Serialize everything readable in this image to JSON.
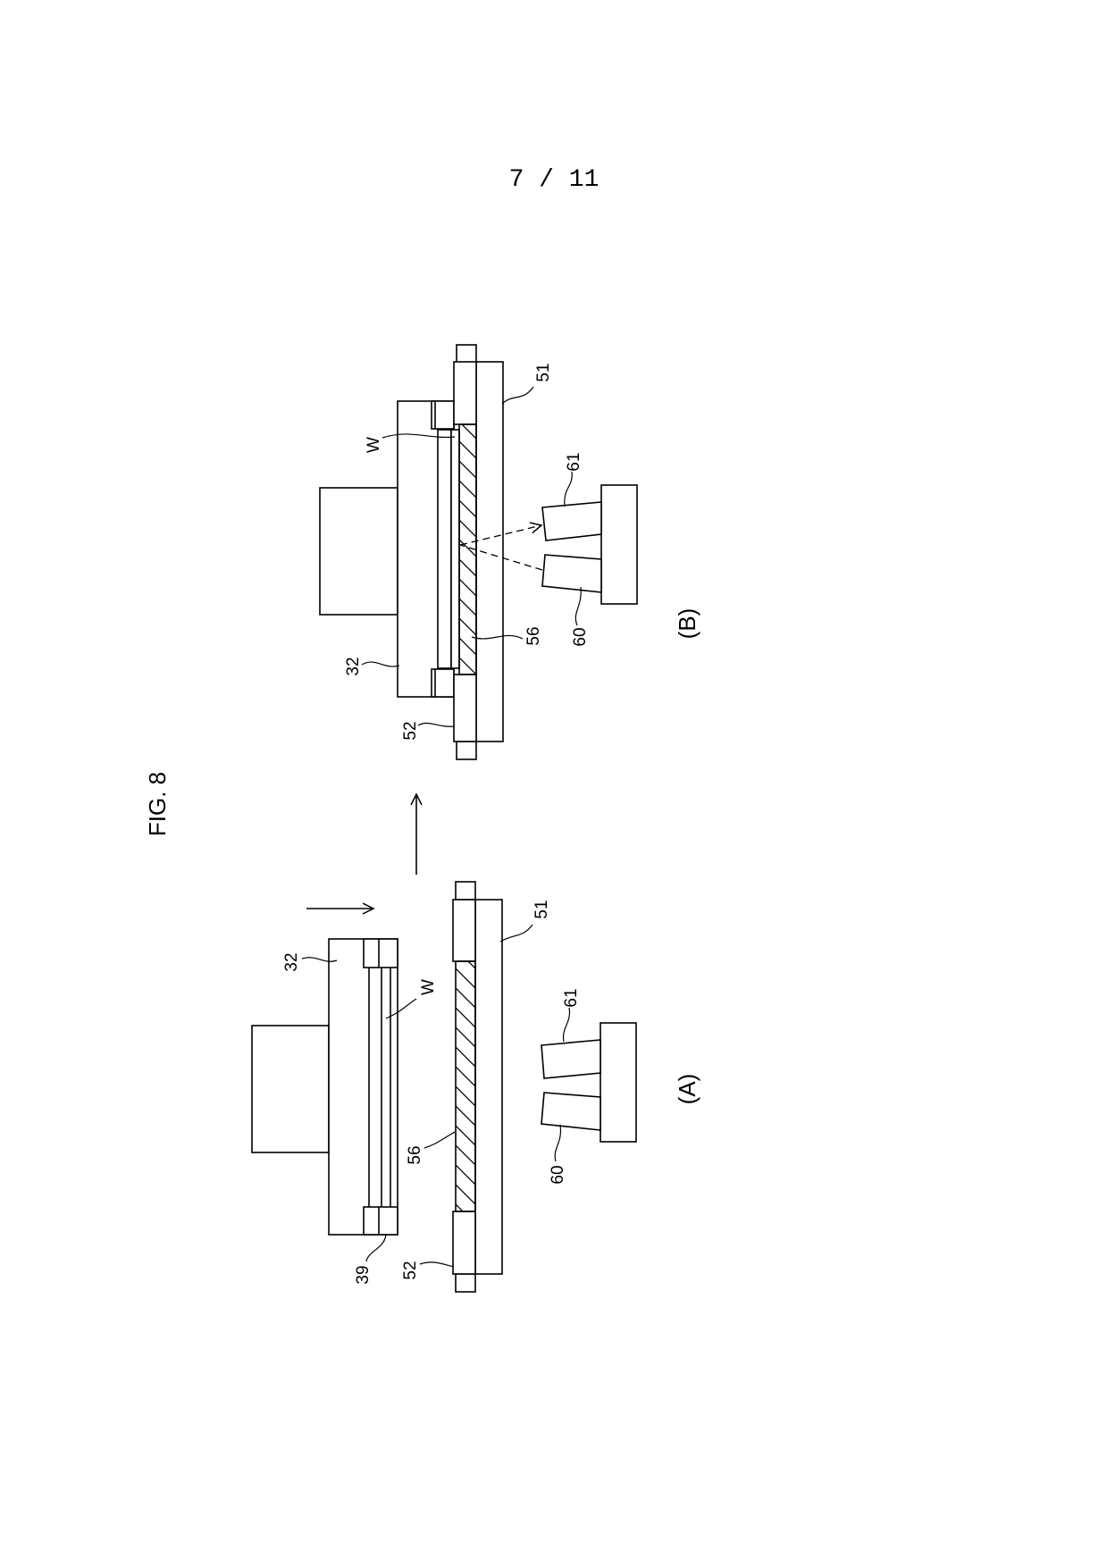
{
  "page_number": "7 / 11",
  "figure_title": "FIG. 8",
  "panel_b": {
    "caption": "(B)",
    "labels": {
      "l51": "51",
      "lW": "W",
      "l61": "61",
      "l60": "60",
      "l56": "56",
      "l32": "32",
      "l52": "52"
    }
  },
  "panel_a": {
    "caption": "(A)",
    "labels": {
      "l32": "32",
      "lW": "W",
      "l51": "51",
      "l61": "61",
      "l56": "56",
      "l60": "60",
      "l39": "39",
      "l52": "52"
    }
  }
}
